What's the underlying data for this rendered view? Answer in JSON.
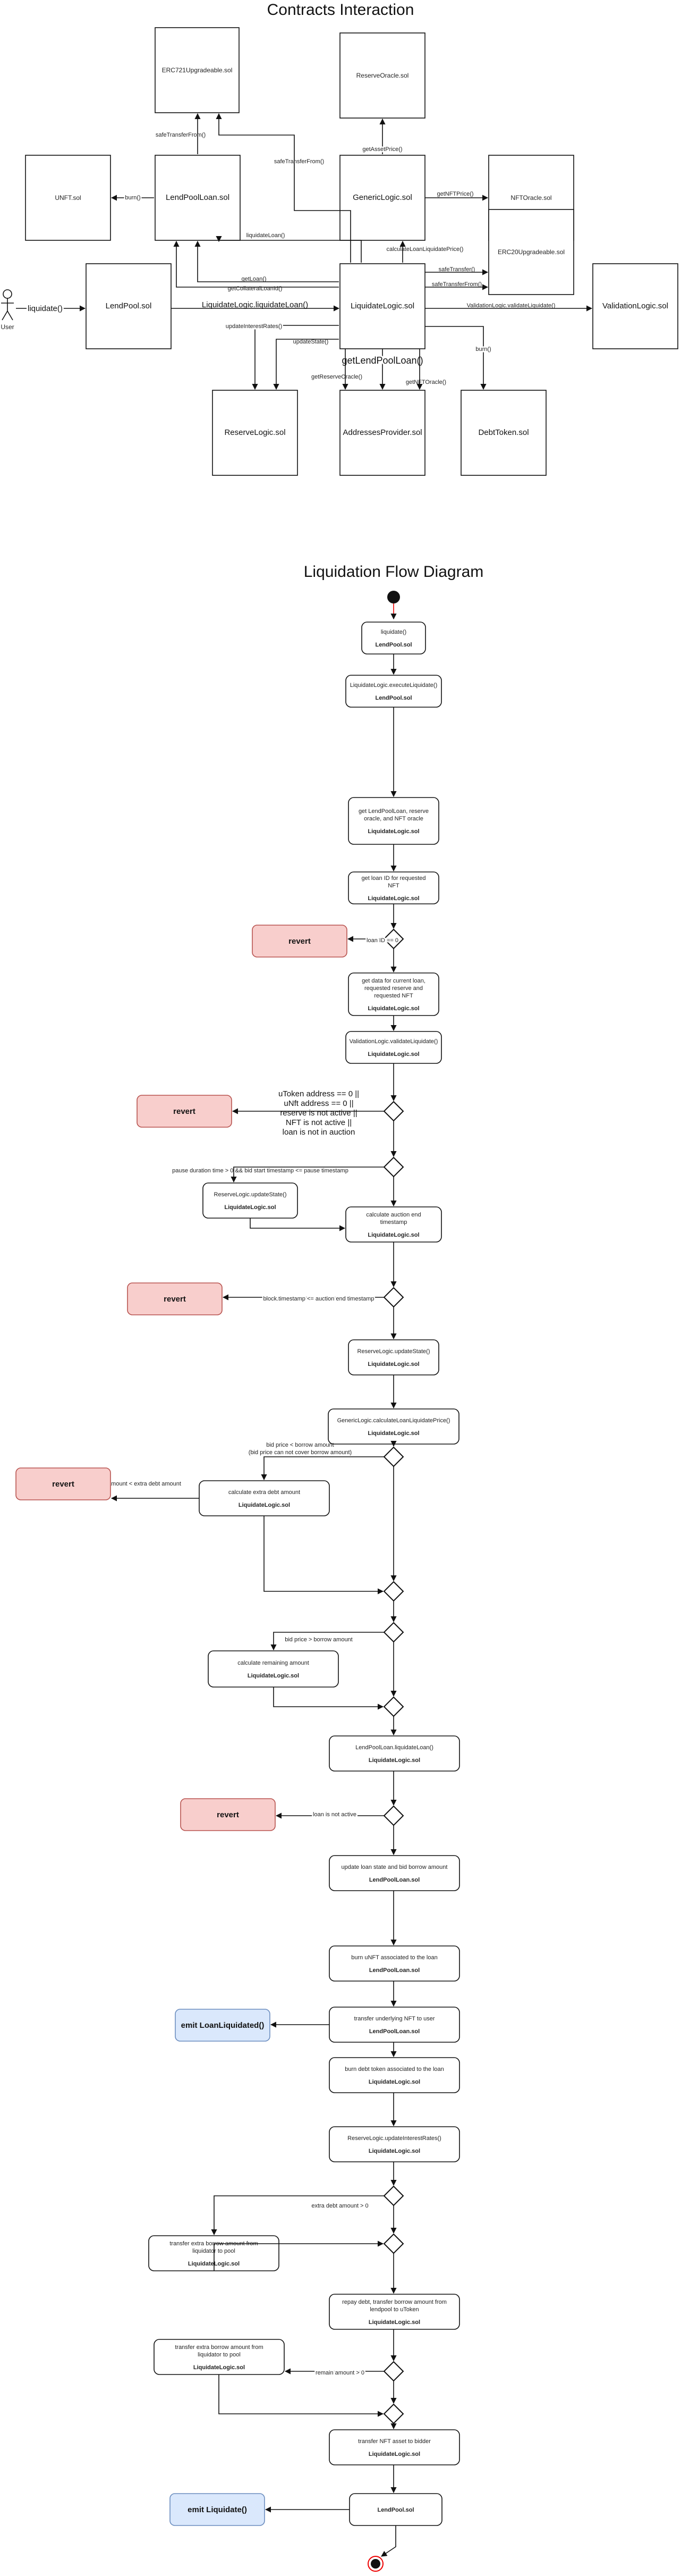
{
  "contracts": {
    "title": "Contracts Interaction",
    "actor": "User",
    "entry_call": "liquidate()",
    "boxes": {
      "erc721": "ERC721Upgradeable.sol",
      "reserve_oracle": "ReserveOracle.sol",
      "unft": "UNFT.sol",
      "lend_pool_loan": "LendPoolLoan.sol",
      "generic_logic": "GenericLogic.sol",
      "nft_oracle": "NFTOracle.sol",
      "erc20": "ERC20Upgradeable.sol",
      "lend_pool": "LendPool.sol",
      "liquidate_logic": "LiquidateLogic.sol",
      "validation_logic": "ValidationLogic.sol",
      "reserve_logic": "ReserveLogic.sol",
      "addresses_provider": "AddressesProvider.sol",
      "debt_token": "DebtToken.sol"
    },
    "edges": {
      "safe_transfer_from_1": "safeTransferFrom()",
      "safe_transfer_from_2": "safeTransferFrom()",
      "get_asset_price": "getAssetPrice()",
      "burn_unft": "burn()",
      "get_nft_price": "getNFTPrice()",
      "liquidate_loan": "liquidateLoan()",
      "calculate_loan_liquidate_price": "calculateLoanLiquidatePrice()",
      "safe_transfer": "safeTransfer()",
      "safe_transfer_from_3": "safeTransferFrom()",
      "get_loan": "getLoan()",
      "get_collateral_loanid": "getCollateralLoanId()",
      "liquidate_call": "LiquidateLogic.liquidateLoan()",
      "validation_call": "ValidationLogic.validateLiquidate()",
      "update_interest_rates": "updateInterestRates()",
      "update_state": "updateState()",
      "get_lend_pool_loan": "getLendPoolLoan()",
      "get_reserve_oracle": "getReserveOracle()",
      "get_nft_oracle": "getNFTOracle()",
      "burn_debt": "burn()"
    }
  },
  "flow": {
    "title": "Liquidation Flow Diagram",
    "steps": [
      {
        "id": "s1",
        "title": "liquidate()",
        "file": "LendPool.sol"
      },
      {
        "id": "s2",
        "title": "LiquidateLogic.executeLiquidate()",
        "file": "LendPool.sol"
      },
      {
        "id": "s3",
        "title": "get LendPoolLoan, reserve oracle, and NFT oracle",
        "file": "LiquidateLogic.sol"
      },
      {
        "id": "s4",
        "title": "get loan ID for requested NFT",
        "file": "LiquidateLogic.sol"
      },
      {
        "id": "s5",
        "title": "get data for current loan, requested reserve and requested NFT",
        "file": "LiquidateLogic.sol"
      },
      {
        "id": "s6",
        "title": "ValidationLogic.validateLiquidate()",
        "file": "LiquidateLogic.sol"
      },
      {
        "id": "s7",
        "title": "ReserveLogic.updateState()",
        "file": "LiquidateLogic.sol"
      },
      {
        "id": "s8",
        "title": "calculate auction end timestamp",
        "file": "LiquidateLogic.sol"
      },
      {
        "id": "s9",
        "title": "ReserveLogic.updateState()",
        "file": "LiquidateLogic.sol"
      },
      {
        "id": "s10",
        "title": "GenericLogic.calculateLoanLiquidatePrice()",
        "file": "LiquidateLogic.sol"
      },
      {
        "id": "s11",
        "title": "calculate extra debt amount",
        "file": "LiquidateLogic.sol"
      },
      {
        "id": "s12",
        "title": "calculate remaining amount",
        "file": "LiquidateLogic.sol"
      },
      {
        "id": "s13",
        "title": "LendPoolLoan.liquidateLoan()",
        "file": "LiquidateLogic.sol"
      },
      {
        "id": "s14",
        "title": "update loan state and bid borrow amount",
        "file": "LendPoolLoan.sol"
      },
      {
        "id": "s15",
        "title": "burn uNFT associated to the loan",
        "file": "LendPoolLoan.sol"
      },
      {
        "id": "s16",
        "title": "transfer underlying NFT to user",
        "file": "LendPoolLoan.sol"
      },
      {
        "id": "s17",
        "title": "burn debt token associated to the loan",
        "file": "LiquidateLogic.sol"
      },
      {
        "id": "s18",
        "title": "ReserveLogic.updateInterestRates()",
        "file": "LiquidateLogic.sol"
      },
      {
        "id": "s19",
        "title": "transfer extra borrow amount from liquidator to pool",
        "file": "LiquidateLogic.sol"
      },
      {
        "id": "s20",
        "title": "repay debt, transfer borrow amount from lendpool to uToken",
        "file": "LiquidateLogic.sol"
      },
      {
        "id": "s21",
        "title": "transfer extra borrow amount from liquidator to pool",
        "file": "LiquidateLogic.sol"
      },
      {
        "id": "s22",
        "title": "transfer NFT asset to bidder",
        "file": "LiquidateLogic.sol"
      },
      {
        "id": "s23",
        "title": "",
        "file": "LendPool.sol"
      }
    ],
    "reverts": {
      "label": "revert"
    },
    "emits": {
      "loan_liquidated": "emit LoanLiquidated()",
      "liquidate": "emit Liquidate()"
    },
    "conditions": {
      "loan_id_zero": "loan   ID == 0",
      "validate_fail": [
        "uToken address == 0 ||",
        "uNft address == 0 ||",
        "reserve is not active ||",
        "NFT is not active ||",
        "loan is not in auction"
      ],
      "pause_check": "pause duration time > 0 && bid start timestamp <= pause timestamp",
      "block_timestamp": "block.timestamp <= auction end timestamp",
      "bid_price": [
        "bid price < borrow amount",
        "(bid price can not cover borrow amount)"
      ],
      "amount_extra": "amount < extra debt amount",
      "bid_price_gt": "bid price > borrow amount",
      "loan_not_active": "loan is not active",
      "extra_debt": "extra debt amount > 0",
      "remain_amount": "remain amount > 0"
    }
  }
}
